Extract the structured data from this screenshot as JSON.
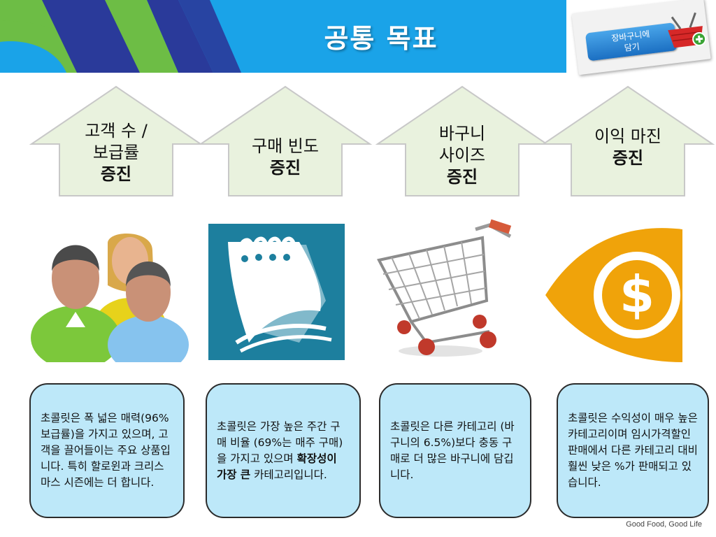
{
  "header": {
    "title": "공통 목표"
  },
  "badge": {
    "line1": "장바구니에",
    "line2": "담기"
  },
  "goals": [
    {
      "line1": "고객 수 /",
      "line2": "보급률",
      "emph": "증진"
    },
    {
      "line1": "구매 빈도",
      "line2": "",
      "emph": "증진"
    },
    {
      "line1": "바구니",
      "line2": "사이즈",
      "emph": "증진"
    },
    {
      "line1": "이익 마진",
      "line2": "",
      "emph": "증진"
    }
  ],
  "descriptions": [
    {
      "text": "초콜릿은 폭 넓은 매력(96% 보급률)을 가지고 있으며, 고객을 끌어들이는 주요 상품입니다. 특히 할로윈과 크리스마스 시즌에는 더 합니다."
    },
    {
      "pre": "초콜릿은 가장 높은 주간 구매 비율 (69%는 매주 구매)을 가지고 있으며 ",
      "bold": "확장성이 가장 큰",
      "post": " 카테고리입니다."
    },
    {
      "text": "초콜릿은 다른 카테고리 (바구니의 6.5%)보다 충동 구매로 더 많은 바구니에 담깁니다."
    },
    {
      "text": "초콜릿은 수익성이 매우 높은 카테고리이며 임시가격할인 판매에서 다른 카테고리 대비 훨씬 낮은 %가 판매되고 있습니다."
    }
  ],
  "icons": [
    "people-icon",
    "calendar-icon",
    "shopping-cart-icon",
    "dollar-icon"
  ],
  "footer": {
    "tagline": "Good Food, Good Life"
  },
  "colors": {
    "header_blue": "#1aa3e8",
    "navy": "#2a3a9a",
    "green": "#6dbd45",
    "arrow_fill": "#e9f2de",
    "bubble_fill": "#bde8f9",
    "calendar_bg": "#1d7f9e",
    "dollar_orange": "#f0a30a"
  }
}
